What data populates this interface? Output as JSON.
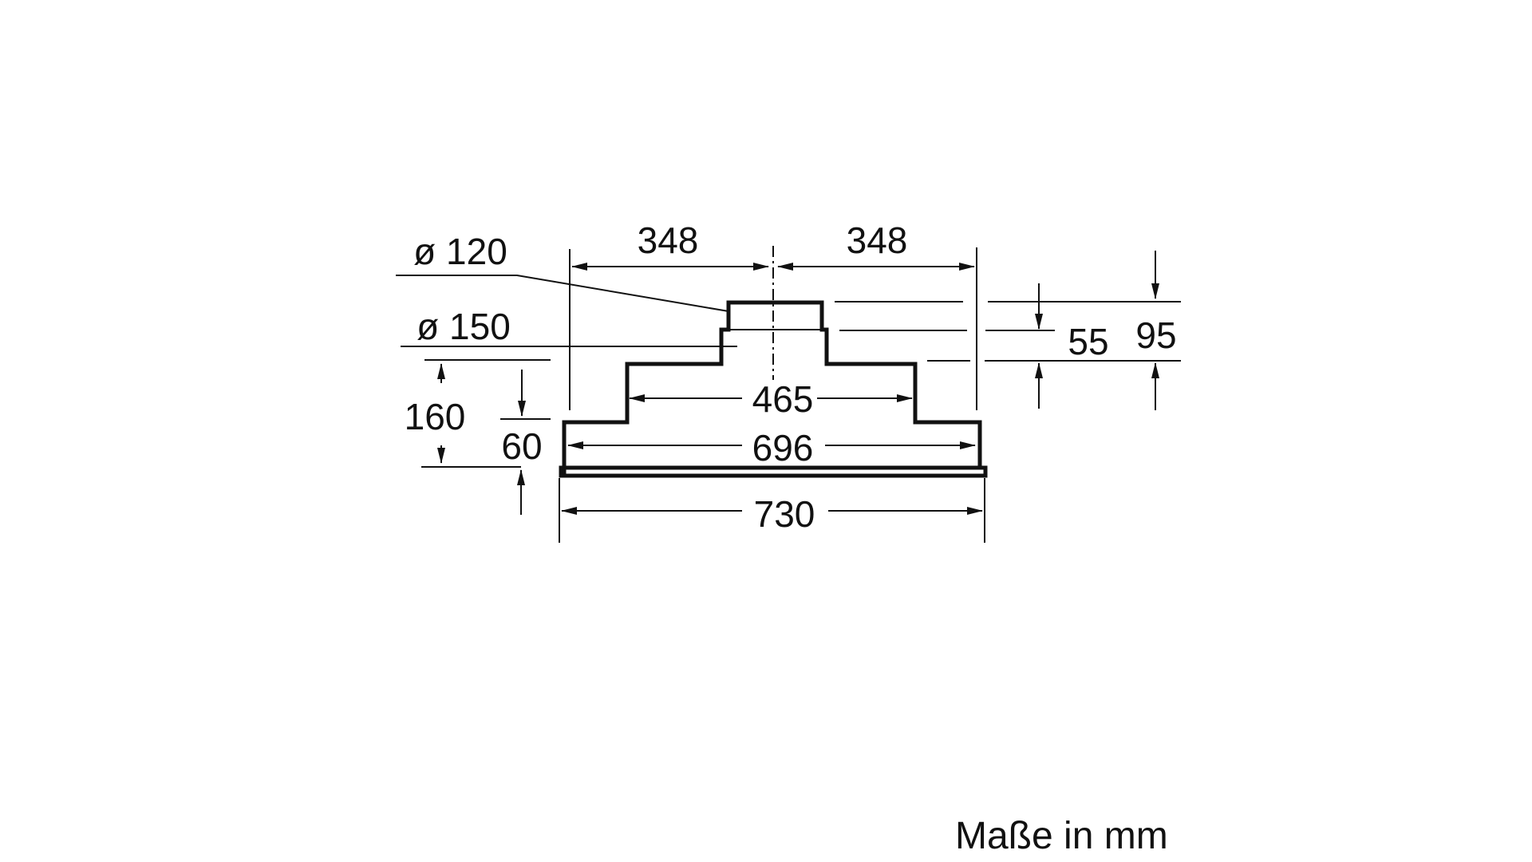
{
  "diagram": {
    "labels": {
      "dia_small": "ø 120",
      "dia_large": "ø 150",
      "half_left": "348",
      "half_right": "348",
      "width_top_step": "465",
      "width_body": "696",
      "width_frame": "730",
      "height_total": "160",
      "height_body": "60",
      "height_stack_inner": "55",
      "height_stack_outer": "95"
    },
    "caption": "Maße in mm",
    "line_color": "#111111",
    "background": "#ffffff"
  }
}
